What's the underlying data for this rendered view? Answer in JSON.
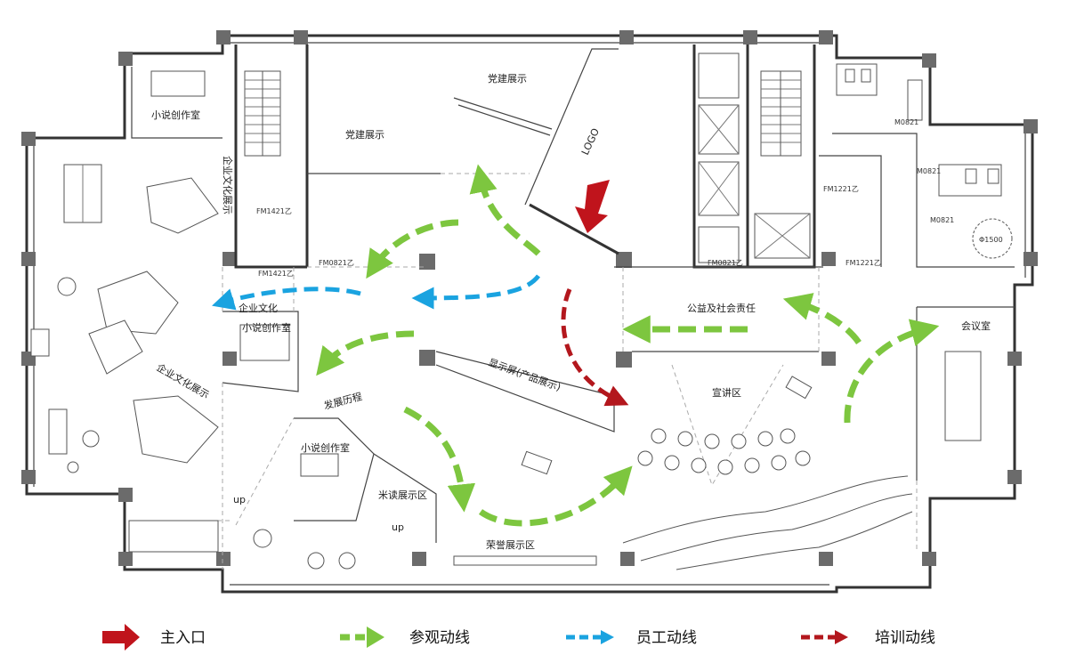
{
  "rooms": {
    "party_top": "党建展示",
    "party_left": "党建展示",
    "studio_top_left": "小说创作室",
    "corp_culture_vertical": "企业文化展示",
    "corp_culture_wing": "企业文化展示",
    "corp_culture": "企业文化",
    "studio_mid": "小说创作室",
    "studio_bottom": "小说创作室",
    "history": "发展历程",
    "display_screen": "显示屏(产品展示)",
    "public_welfare": "公益及社会责任",
    "meeting_room": "会议室",
    "lecture": "宣讲区",
    "honor": "荣誉展示区",
    "reading": "米读展示区",
    "logo": "LOGO",
    "up_left": "up",
    "up_right": "up"
  },
  "door_codes": [
    "FM1421乙",
    "FM1421乙",
    "FM0821乙",
    "FM0821乙",
    "FM1221乙",
    "M0821",
    "M0821",
    "FM1221乙",
    "M0821"
  ],
  "diameter_label": "Φ1500",
  "legend": [
    {
      "key": "main_entrance",
      "label": "主入口",
      "color": "#c0141c",
      "style": "solid-arrow"
    },
    {
      "key": "visit_route",
      "label": "参观动线",
      "color": "#7dc63f",
      "style": "dashed-arrow"
    },
    {
      "key": "staff_route",
      "label": "员工动线",
      "color": "#1aa3e0",
      "style": "dashed-arrow"
    },
    {
      "key": "training_route",
      "label": "培训动线",
      "color": "#b3171d",
      "style": "dashed-arrow"
    }
  ]
}
